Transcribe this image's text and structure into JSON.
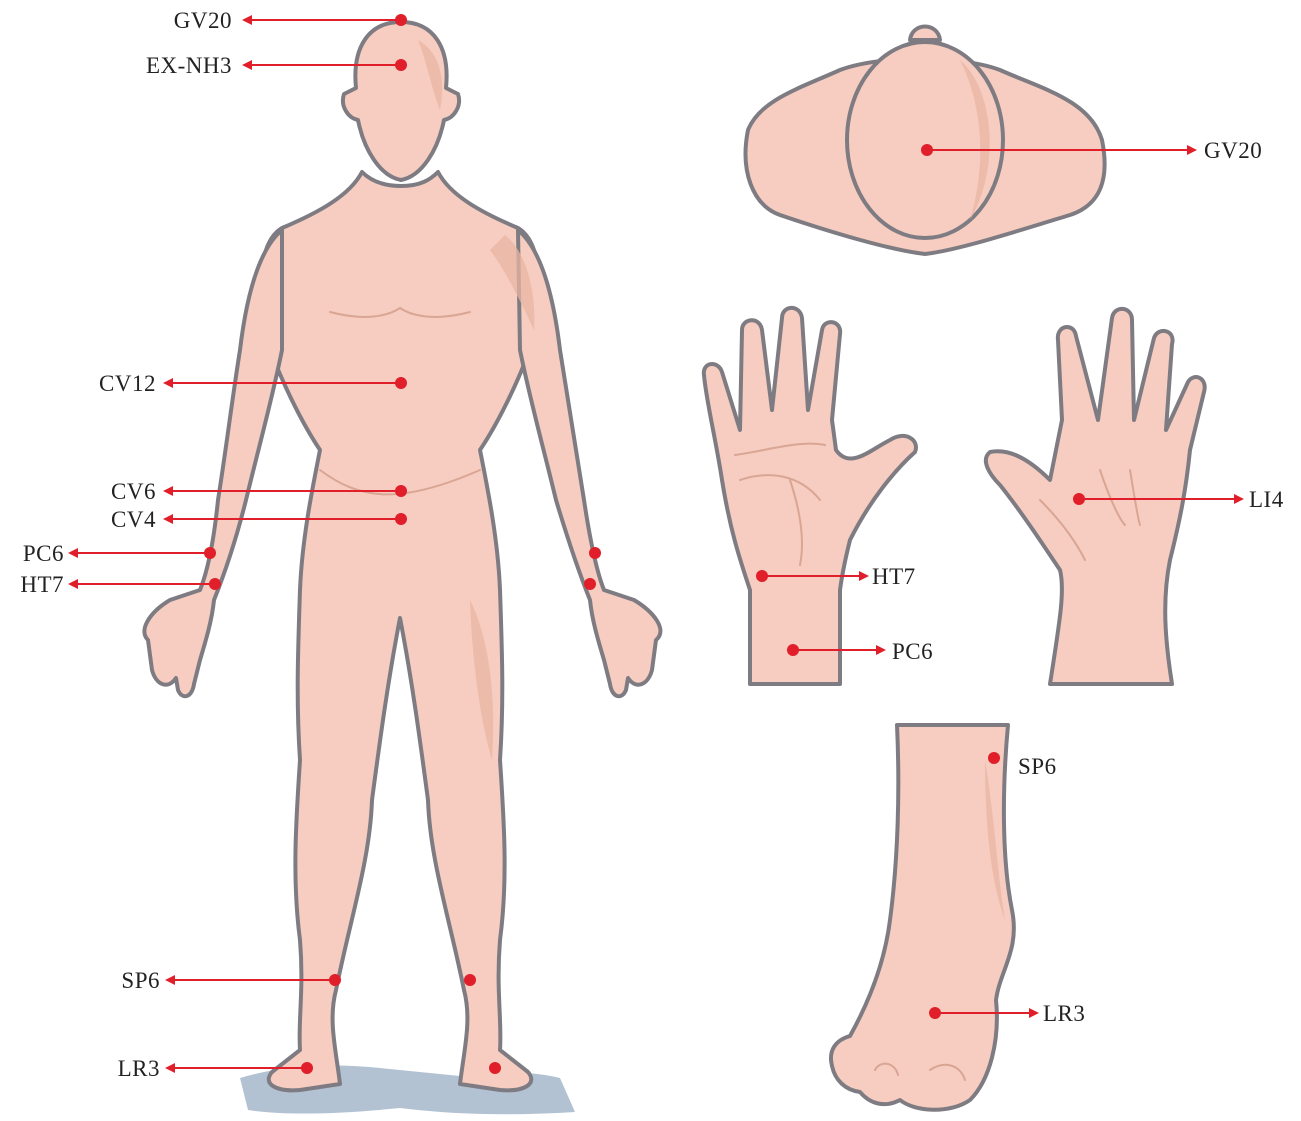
{
  "colors": {
    "point": "#e01f2a",
    "skin": "#f6cdc0",
    "skin_shade": "#eab4a3",
    "outline": "#7e7c82",
    "shadow": "#b3c2d3",
    "label": "#222222"
  },
  "labels": {
    "gv20_body": "GV20",
    "exnh3": "EX-NH3",
    "cv12": "CV12",
    "cv6": "CV6",
    "cv4": "CV4",
    "pc6_body": "PC6",
    "ht7_body": "HT7",
    "sp6_body": "SP6",
    "lr3_body": "LR3",
    "gv20_head": "GV20",
    "ht7_palm": "HT7",
    "pc6_palm": "PC6",
    "li4": "LI4",
    "sp6_foot": "SP6",
    "lr3_foot": "LR3"
  }
}
